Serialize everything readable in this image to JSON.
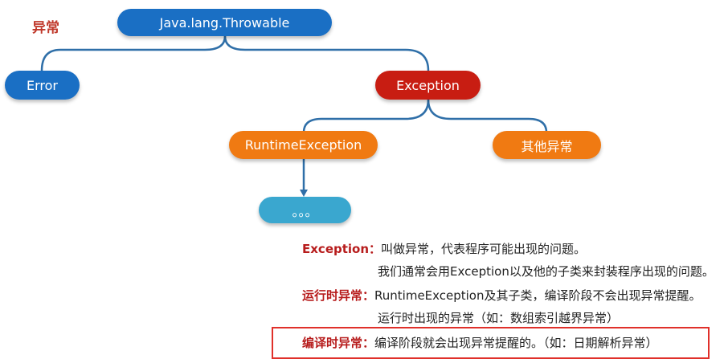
{
  "title": "异常",
  "nodes": {
    "throwable": "Java.lang.Throwable",
    "error": "Error",
    "exception": "Exception",
    "runtime": "RuntimeException",
    "other": "其他异常",
    "ellipsis": "。。。"
  },
  "notes": [
    {
      "term": "Exception：",
      "text": "叫做异常，代表程序可能出现的问题。"
    },
    {
      "term": "",
      "text": "我们通常会用Exception以及他的子类来封装程序出现的问题。"
    },
    {
      "term": "运行时异常：",
      "text": "RuntimeException及其子类，编译阶段不会出现异常提醒。"
    },
    {
      "term": "",
      "text": "运行时出现的异常（如：数组索引越界异常）"
    },
    {
      "term": "编译时异常：",
      "text": "编译阶段就会出现异常提醒的。（如：日期解析异常）"
    }
  ],
  "colors": {
    "title": "#c0392b",
    "node_blue": "#1a6fc4",
    "node_red": "#c81d12",
    "node_orange": "#f07a12",
    "node_teal": "#3aa7cf",
    "connector": "#2f6fa8",
    "highlight_box": "#e0302a"
  }
}
